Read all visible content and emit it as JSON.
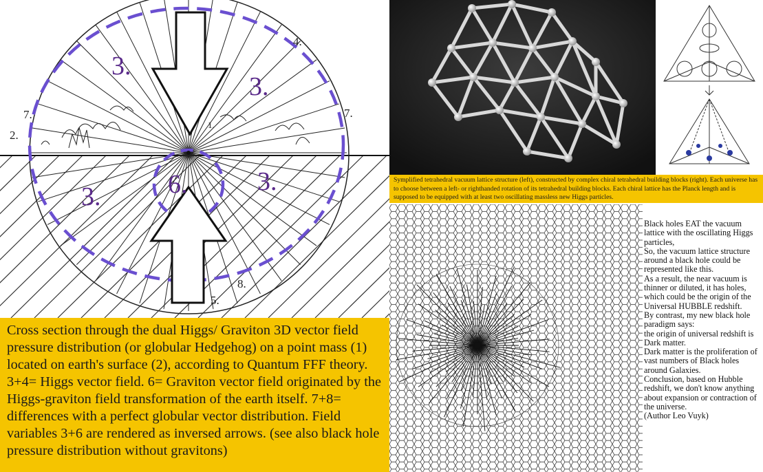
{
  "left_diagram": {
    "labels": {
      "field_3_upper_left": "3.",
      "field_3_upper_right": "3.",
      "field_3_lower_left": "3.",
      "field_3_lower_right": "3.",
      "field_6": "6.",
      "label_4": "4.",
      "label_7_left": "7.",
      "label_7_right": "7.",
      "label_2": "2.",
      "label_1": "1.",
      "label_8": "8.",
      "label_5": "5."
    },
    "colors": {
      "dashed_circle": "#6a4fd0",
      "label_purple": "#5a2a8a"
    }
  },
  "left_caption": "Cross section through the dual Higgs/ Graviton 3D vector field pressure distribution (or globular Hedgehog) on a point mass (1) located on earth's surface (2), according to Quantum FFF theory. 3+4= Higgs vector field. 6= Graviton vector field originated by the Higgs-graviton field transformation of the earth itself. 7+8= differences with a perfect globular vector distribution. Field variables 3+6 are rendered as inversed arrows. (see also black hole pressure distribution without gravitons)",
  "top_caption": "Symplified tetrahedral vacuum lattice structure (left), constructed by complex chiral tetrahedral building blocks (right). Each universe has to choose between a left- or righthanded rotation of its tetrahedral building blocks. Each chiral lattice has the Planck length and is supposed to be equipped with at least two oscillating massless new Higgs particles.",
  "right_text": "Black holes EAT the vacuum lattice with the oscillating Higgs particles,\nSo, the vacuum lattice structure around a black hole could be represented like this.\nAs a result, the near vacuum is thinner or diluted, it has holes, which could be the origin of the Universal HUBBLE redshift.\nBy contrast, my new black hole paradigm says:\nthe origin of universal redshift is Dark matter.\nDark matter is the proliferation of vast numbers of Black holes around Galaxies.\nConclusion, based on Hubble redshift, we don't know anything about expansion or contraction of the universe.\n(Author Leo Vuyk)",
  "colors": {
    "caption_bg": "#f5c400",
    "photo_bg": "#2a2a2a"
  }
}
